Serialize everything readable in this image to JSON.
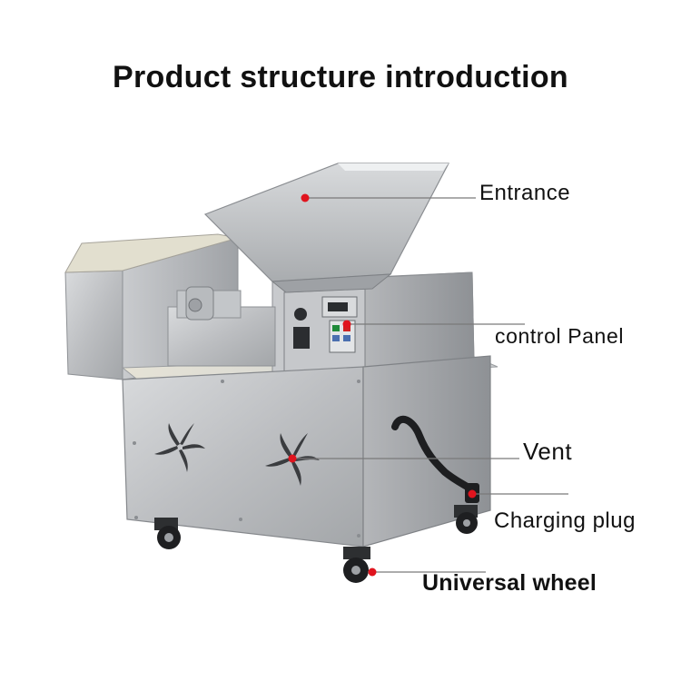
{
  "title": "Product structure introduction",
  "labels": {
    "entrance": "Entrance",
    "control_panel": "control Panel",
    "vent": "Vent",
    "charging_plug": "Charging plug",
    "universal_wheel": "Universal wheel"
  },
  "colors": {
    "marker": "#e0141e",
    "leader_line": "#7a7a7a",
    "steel": "#bfc1c3"
  }
}
